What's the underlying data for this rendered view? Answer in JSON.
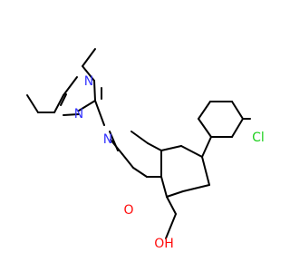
{
  "colors": {
    "background": "#ffffff",
    "bond": "#000000",
    "nitrogen": "#3333ff",
    "oxygen": "#ff0d0d",
    "chlorine": "#1fd01f"
  },
  "atoms": {
    "n_pyrimidine_top": "N",
    "n_pyrimidine_bottom": "N",
    "n_ring": "N",
    "o_ring": "O",
    "oh": "OH",
    "cl": "Cl"
  }
}
